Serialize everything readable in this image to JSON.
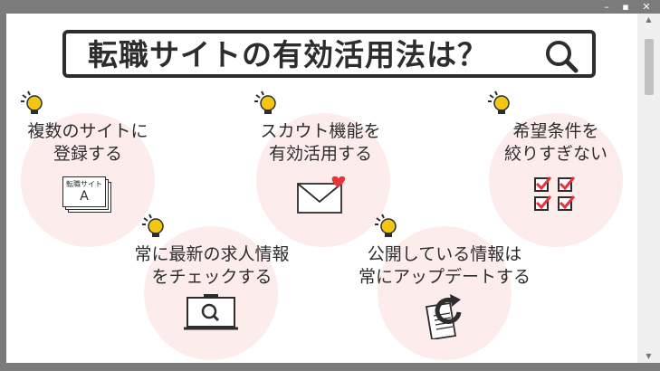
{
  "title": "転職サイトの有効活用法は？",
  "tips": [
    {
      "line1": "複数のサイトに",
      "line2": "登録する",
      "icon": "stacked-cards-icon",
      "card_label1": "転職サイト",
      "card_label2": "A"
    },
    {
      "line1": "スカウト機能を",
      "line2": "有効活用する",
      "icon": "envelope-heart-icon"
    },
    {
      "line1": "希望条件を",
      "line2": "絞りすぎない",
      "icon": "checkbox-grid-icon"
    },
    {
      "line1": "常に最新の求人情報",
      "line2": "をチェックする",
      "icon": "monitor-search-icon"
    },
    {
      "line1": "公開している情報は",
      "line2": "常にアップデートする",
      "icon": "document-refresh-icon"
    }
  ],
  "colors": {
    "accent": "#e8323c",
    "bulb": "#f3c613",
    "circle": "#fdecec",
    "text": "#2d2d2d"
  }
}
